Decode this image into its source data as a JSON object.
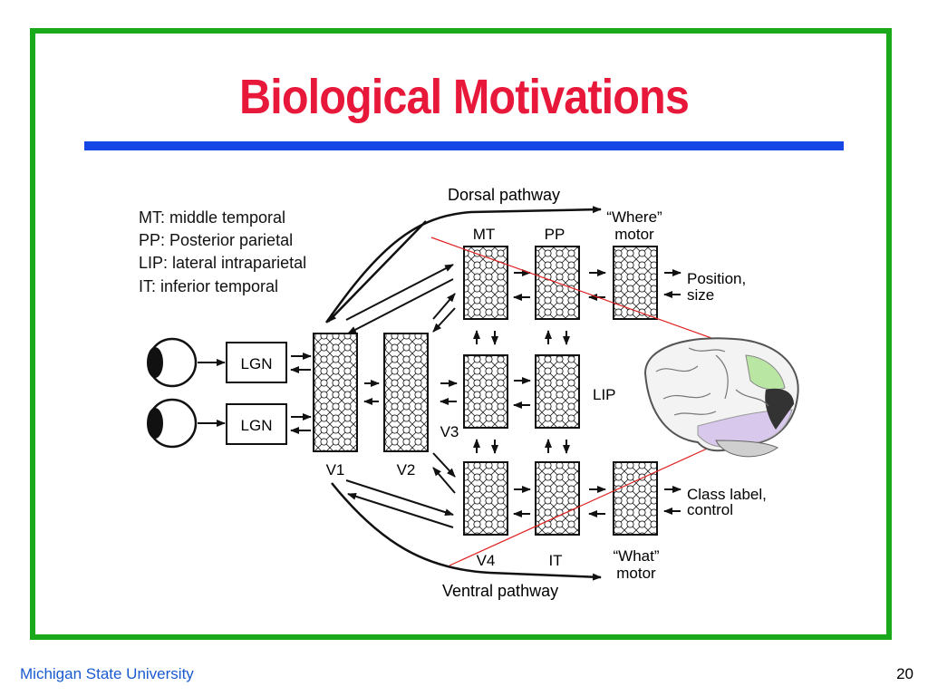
{
  "slide": {
    "title": "Biological Motivations",
    "footer": "Michigan State University",
    "page_number": "20"
  },
  "diagram": {
    "legend": [
      "MT: middle temporal",
      "PP: Posterior parietal",
      "LIP: lateral intraparietal",
      "IT: inferior temporal"
    ],
    "pathways": {
      "dorsal": "Dorsal pathway",
      "ventral": "Ventral pathway"
    },
    "lgn_top": "LGN",
    "lgn_bottom": "LGN",
    "areas": {
      "v1": "V1",
      "v2": "V2",
      "v3": "V3",
      "v4": "V4",
      "mt": "MT",
      "pp": "PP",
      "lip": "LIP",
      "it": "IT"
    },
    "where_motor": [
      "“Where”",
      "motor"
    ],
    "what_motor": [
      "“What”",
      "motor"
    ],
    "outputs": {
      "position": [
        "Position,",
        "size"
      ],
      "class": [
        "Class label,",
        "control"
      ]
    },
    "colors": {
      "highlight_line": "#e02020",
      "brain_green": "#b9e6a3",
      "brain_purple": "#d8c8ec"
    }
  }
}
